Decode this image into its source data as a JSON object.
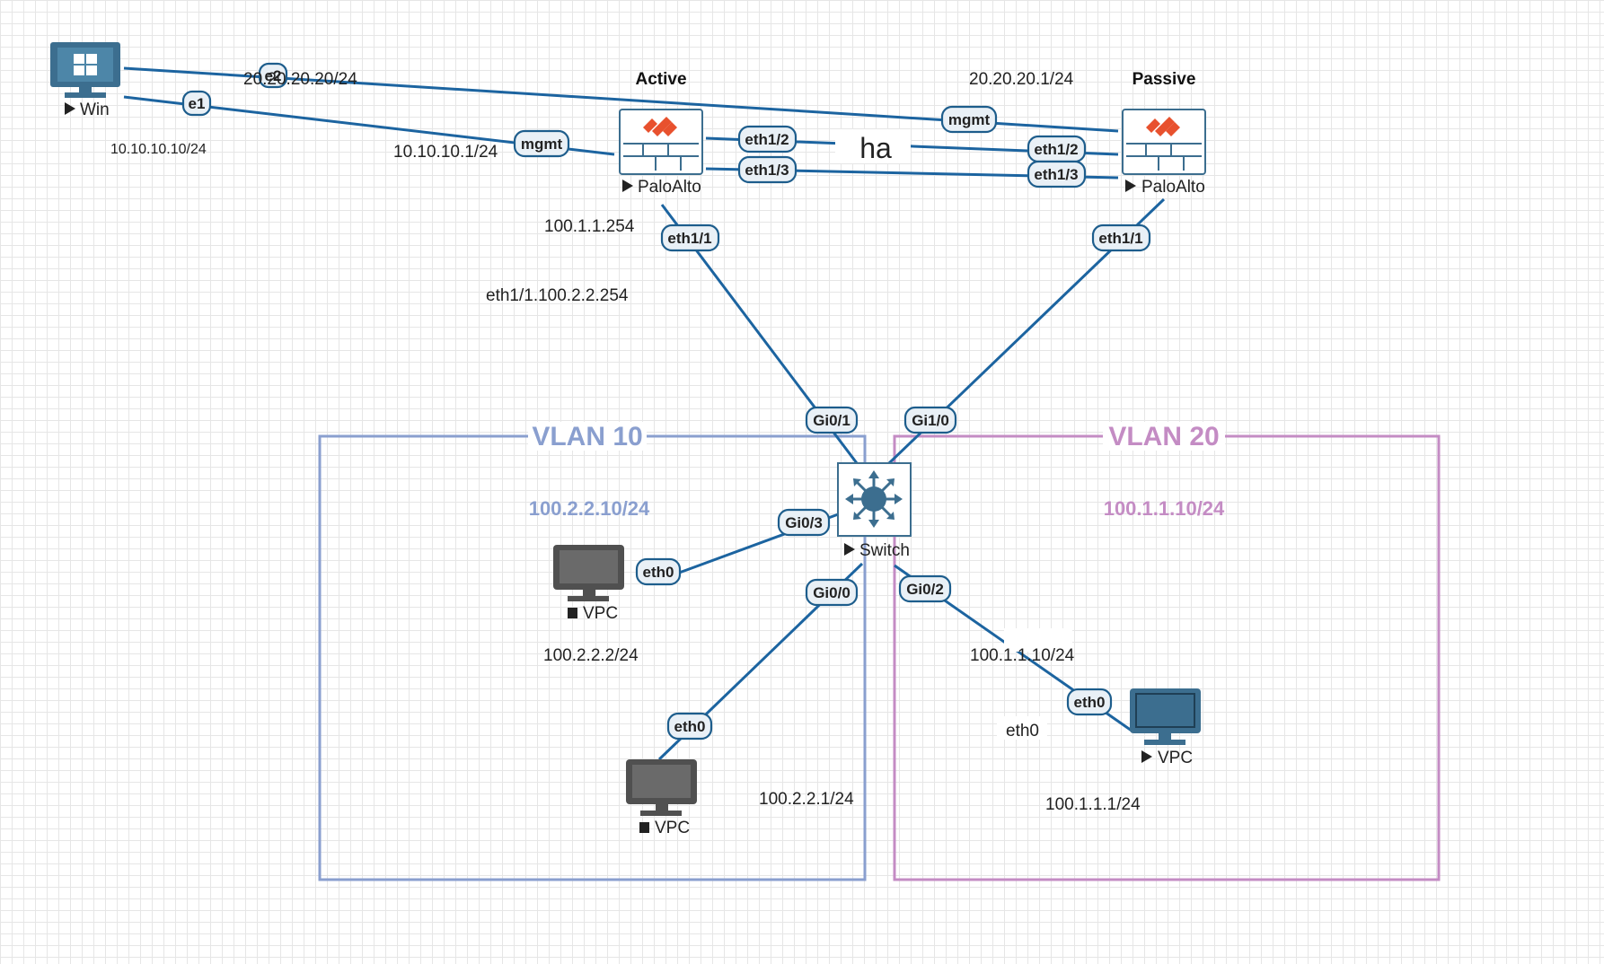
{
  "nodes": {
    "win": {
      "label": "Win",
      "state": "running"
    },
    "fw_active": {
      "label": "PaloAlto",
      "role": "Active",
      "state": "running"
    },
    "fw_passive": {
      "label": "PaloAlto",
      "role": "Passive",
      "state": "running"
    },
    "switch": {
      "label": "Switch",
      "state": "running"
    },
    "vpc1": {
      "label": "VPC",
      "state": "stopped"
    },
    "vpc2": {
      "label": "VPC",
      "state": "stopped"
    },
    "vpc3": {
      "label": "VPC",
      "state": "running"
    }
  },
  "interfaces": {
    "win_e2": "e2",
    "win_e1": "e1",
    "active_mgmt": "mgmt",
    "passive_mgmt": "mgmt",
    "active_eth1_2": "eth1/2",
    "active_eth1_3": "eth1/3",
    "passive_eth1_2": "eth1/2",
    "passive_eth1_3": "eth1/3",
    "active_eth1_1": "eth1/1",
    "passive_eth1_1": "eth1/1",
    "sw_gi0_1": "Gi0/1",
    "sw_gi1_0": "Gi1/0",
    "sw_gi0_3": "Gi0/3",
    "sw_gi0_0": "Gi0/0",
    "sw_gi0_2": "Gi0/2",
    "vpc1_eth0": "eth0",
    "vpc2_eth0": "eth0",
    "vpc3_eth0": "eth0"
  },
  "annotations": {
    "win_e2_ip": "20.20.20.20/24",
    "win_e1_ip": "10.10.10.10/24",
    "active_mgmt_ip": "10.10.10.1/24",
    "passive_mgmt_ip": "20.20.20.1/24",
    "ha_label": "ha",
    "active_eth1_1_ip": "100.1.1.254",
    "active_eth1_1_sub": "eth1/1.100.2.2.254",
    "vpc1_ip": "100.2.2.2/24",
    "vpc2_gw": "100.2.2.1/24",
    "gi0_2_ip": "100.1.1.10/24",
    "vpc3_eth": "eth0",
    "vpc3_gw": "100.1.1.1/24"
  },
  "vlans": [
    {
      "title": "VLAN 10",
      "subnet": "100.2.2.10/24",
      "color": "#8a9fcf"
    },
    {
      "title": "VLAN 20",
      "subnet": "100.1.1.10/24",
      "color": "#c48cc4"
    }
  ],
  "colors": {
    "link": "#1c64a0",
    "icon_blue": "#3c6e8f",
    "paloalto_orange": "#e8512e",
    "vpc_grey": "#505050"
  }
}
